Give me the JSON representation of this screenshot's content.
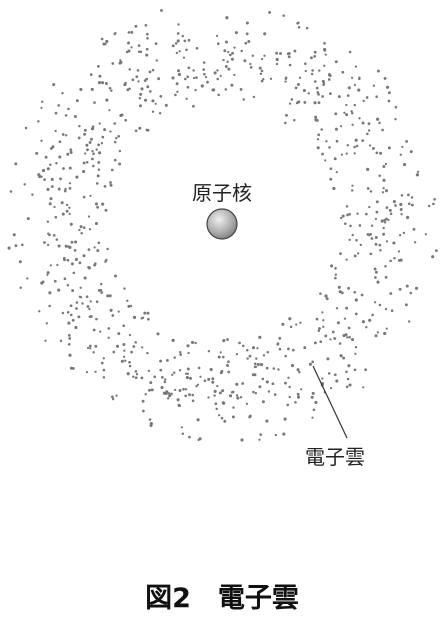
{
  "diagram": {
    "nucleus_label": "原子核",
    "cloud_label": "電子雲",
    "caption": "図2　電子雲",
    "colors": {
      "dots": "#777777",
      "nucleus_fill": "#a8a8a8",
      "nucleus_stroke": "#444444",
      "text": "#222222"
    }
  }
}
